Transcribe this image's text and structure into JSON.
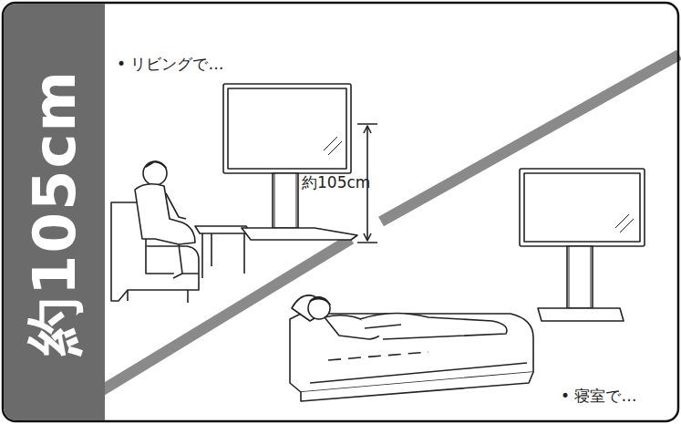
{
  "diagram": {
    "nodes": [
      {
        "text": [
          "約105cm"
        ]
      }
    ],
    "labels": [
      "• リビングで…",
      "約105cm",
      "• 寝室で…"
    ]
  }
}
